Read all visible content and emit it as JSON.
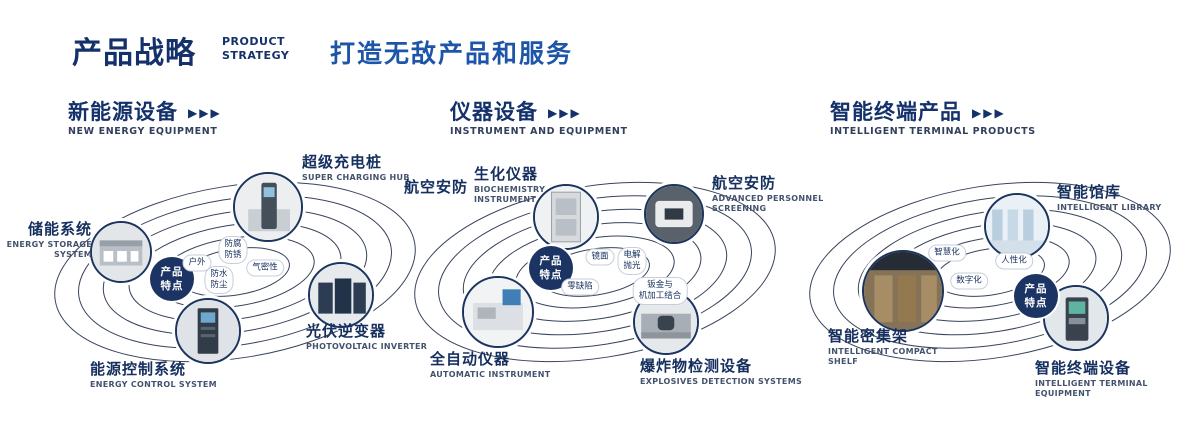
{
  "icons": {
    "chevrons": "▶▶▶"
  },
  "colors": {
    "navy": "#14316b",
    "blue": "#1d55a8",
    "badge": "#1b3463"
  },
  "header": {
    "title": "产品战略",
    "title_en": "PRODUCT\nSTRATEGY",
    "subtitle": "打造无敌产品和服务"
  },
  "sections": [
    {
      "title": "新能源设备",
      "subtitle_en": "NEW ENERGY EQUIPMENT",
      "center_badge": "产品\n特点",
      "features": [
        "户外",
        "防腐\n防锈",
        "气密性",
        "防水\n防尘"
      ],
      "nodes": [
        {
          "label": "超级充电桩",
          "label_en": "SUPER CHARGING HUB"
        },
        {
          "label": "储能系统",
          "label_en": "ENERGY STORAGE\nSYSTEM"
        },
        {
          "label": "光伏逆变器",
          "label_en": "PHOTOVOLTAIC INVERTER"
        },
        {
          "label": "能源控制系统",
          "label_en": "ENERGY CONTROL SYSTEM"
        }
      ]
    },
    {
      "title": "仪器设备",
      "subtitle_en": "INSTRUMENT AND EQUIPMENT",
      "center_badge": "产品\n特点",
      "extra_label": "航空安防",
      "features": [
        "镜面",
        "电解\n抛光",
        "零缺陷",
        "钣金与\n机加工结合"
      ],
      "nodes": [
        {
          "label": "生化仪器",
          "label_en": "BIOCHEMISTRY\nINSTRUMENT"
        },
        {
          "label": "航空安防",
          "label_en": "ADVANCED PERSONNEL\nSCREENING"
        },
        {
          "label": "全自动仪器",
          "label_en": "AUTOMATIC INSTRUMENT"
        },
        {
          "label": "爆炸物检测设备",
          "label_en": "EXPLOSIVES DETECTION SYSTEMS"
        }
      ]
    },
    {
      "title": "智能终端产品",
      "subtitle_en": "INTELLIGENT TERMINAL PRODUCTS",
      "center_badge": "产品\n特点",
      "features": [
        "智慧化",
        "人性化",
        "数字化"
      ],
      "nodes": [
        {
          "label": "智能馆库",
          "label_en": "INTELLIGENT LIBRARY"
        },
        {
          "label": "智能密集架",
          "label_en": "INTELLIGENT COMPACT\nSHELF"
        },
        {
          "label": "智能终端设备",
          "label_en": "INTELLIGENT TERMINAL EQUIPMENT"
        }
      ]
    }
  ]
}
